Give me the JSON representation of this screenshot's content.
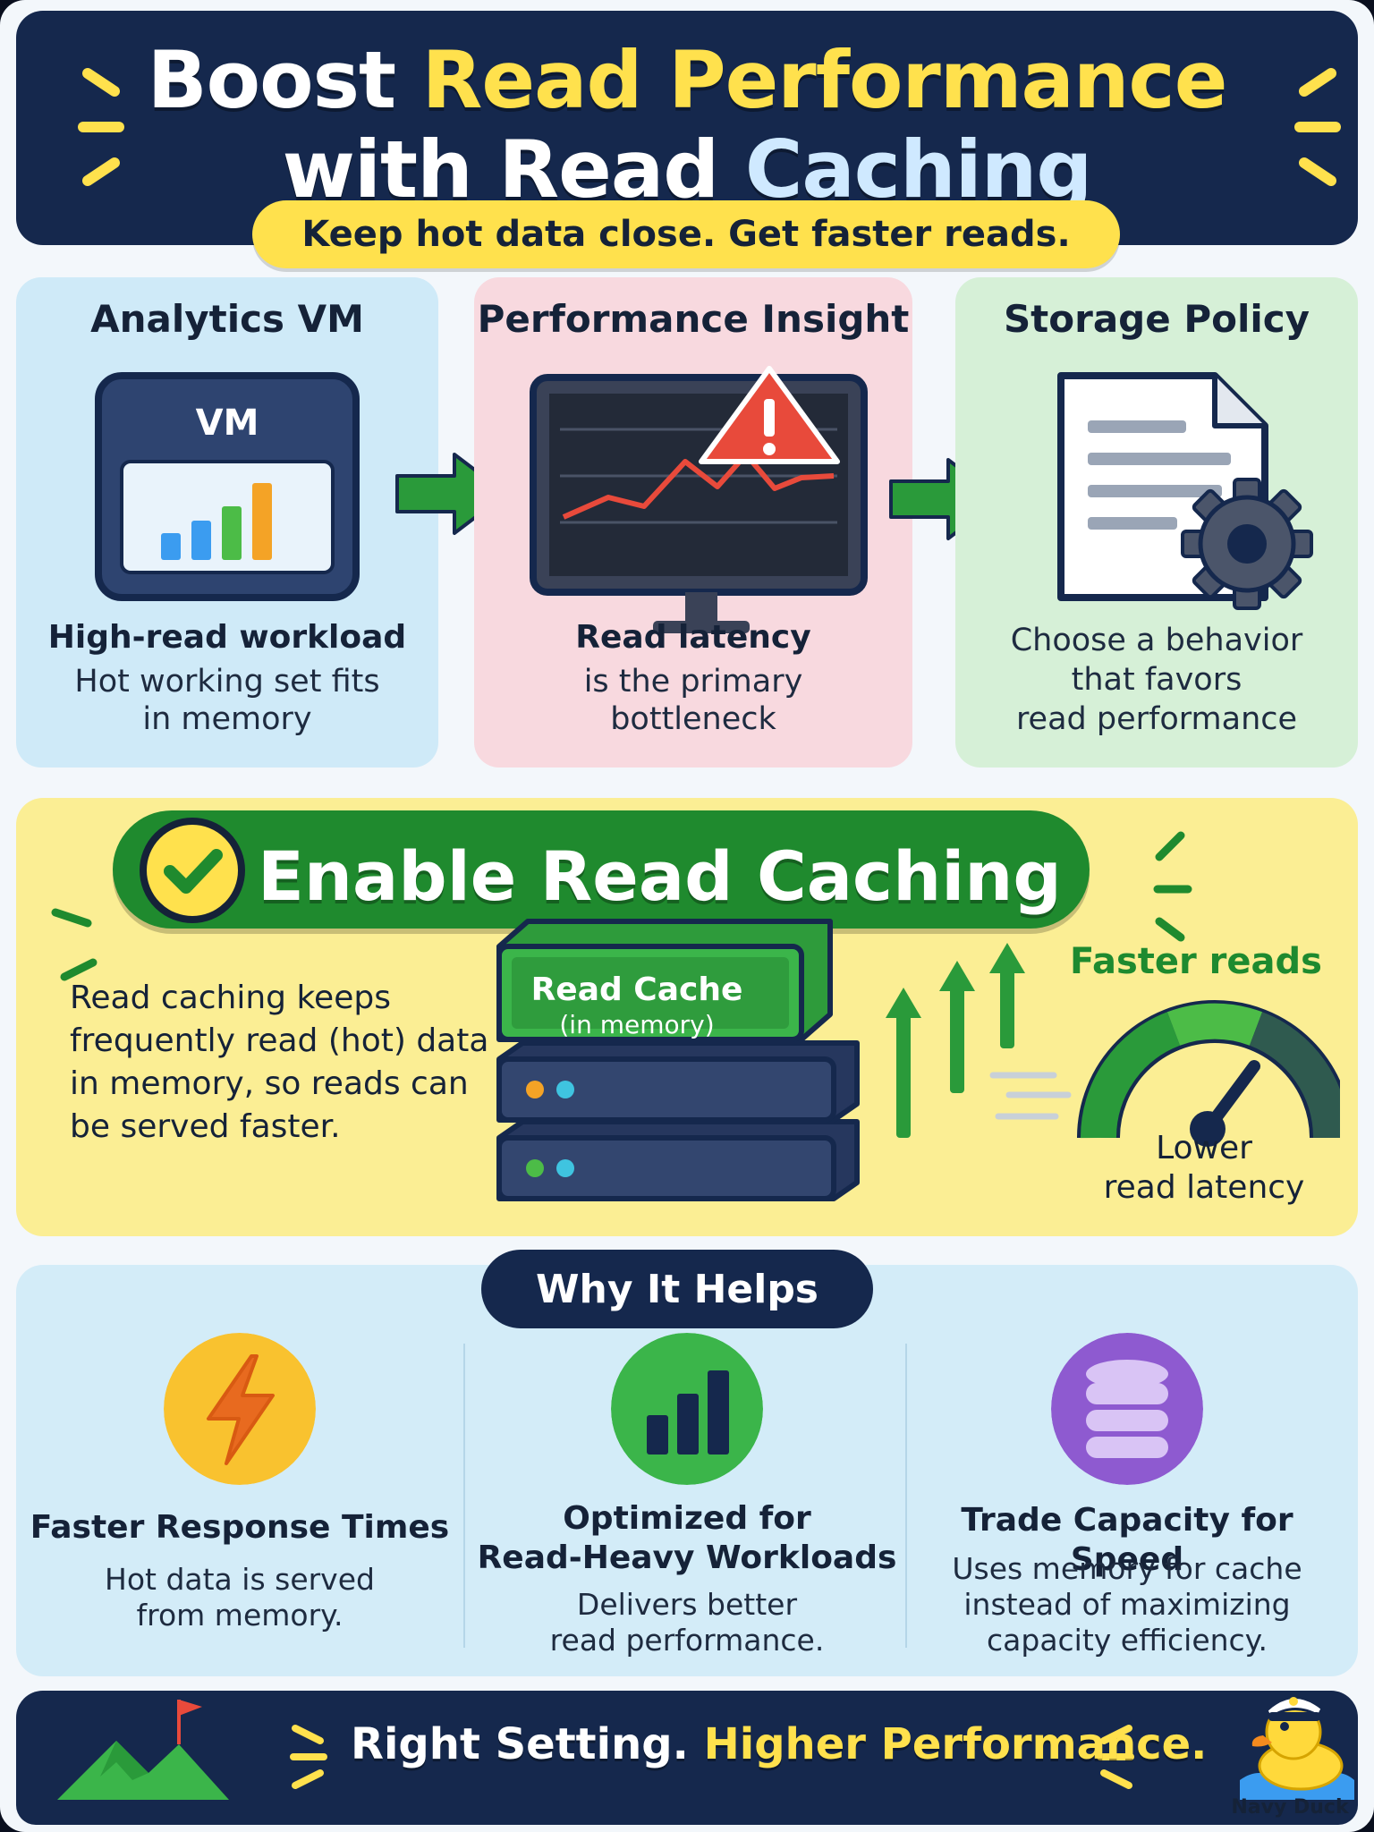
{
  "header": {
    "title_line1_a": "Boost",
    "title_line1_b": "Read Performance",
    "title_line2_a": "with Read",
    "title_line2_b": "Caching",
    "subtitle": "Keep hot data close. Get faster reads."
  },
  "cards": [
    {
      "title": "Analytics VM",
      "art_label": "VM",
      "strong": "High-read workload",
      "lines": [
        "Hot working set fits",
        "in memory"
      ]
    },
    {
      "title": "Performance Insight",
      "strong": "Read latency",
      "lines": [
        "is the primary",
        "bottleneck"
      ]
    },
    {
      "title": "Storage Policy",
      "lines": [
        "Choose a behavior",
        "that favors",
        "read performance"
      ]
    }
  ],
  "enable": {
    "title": "Enable Read Caching",
    "description_lines": [
      "Read caching keeps",
      "frequently read (hot) data",
      "in memory, so reads can",
      "be served faster."
    ],
    "cache_label": "Read Cache",
    "cache_sublabel": "(in memory)",
    "faster_reads": "Faster reads",
    "lower_latency_lines": [
      "Lower",
      "read latency"
    ]
  },
  "why": {
    "title": "Why It Helps",
    "items": [
      {
        "icon": "lightning-icon",
        "title_lines": [
          "Faster Response Times"
        ],
        "text_lines": [
          "Hot data is served",
          "from memory."
        ]
      },
      {
        "icon": "bar-chart-icon",
        "title_lines": [
          "Optimized for",
          "Read-Heavy Workloads"
        ],
        "text_lines": [
          "Delivers better",
          "read performance."
        ]
      },
      {
        "icon": "database-icon",
        "title_lines": [
          "Trade Capacity for Speed"
        ],
        "text_lines": [
          "Uses memory for cache",
          "instead of maximizing",
          "capacity efficiency."
        ]
      }
    ]
  },
  "footer": {
    "text_a": "Right Setting.",
    "text_b": "Higher Performance.",
    "brand": "Navy Duck"
  },
  "colors": {
    "navy": "#15284d",
    "yellow": "#ffe14d",
    "green": "#1f8a2e",
    "red": "#e84a3b",
    "orange": "#f4a326",
    "purple": "#8e5ad0"
  }
}
